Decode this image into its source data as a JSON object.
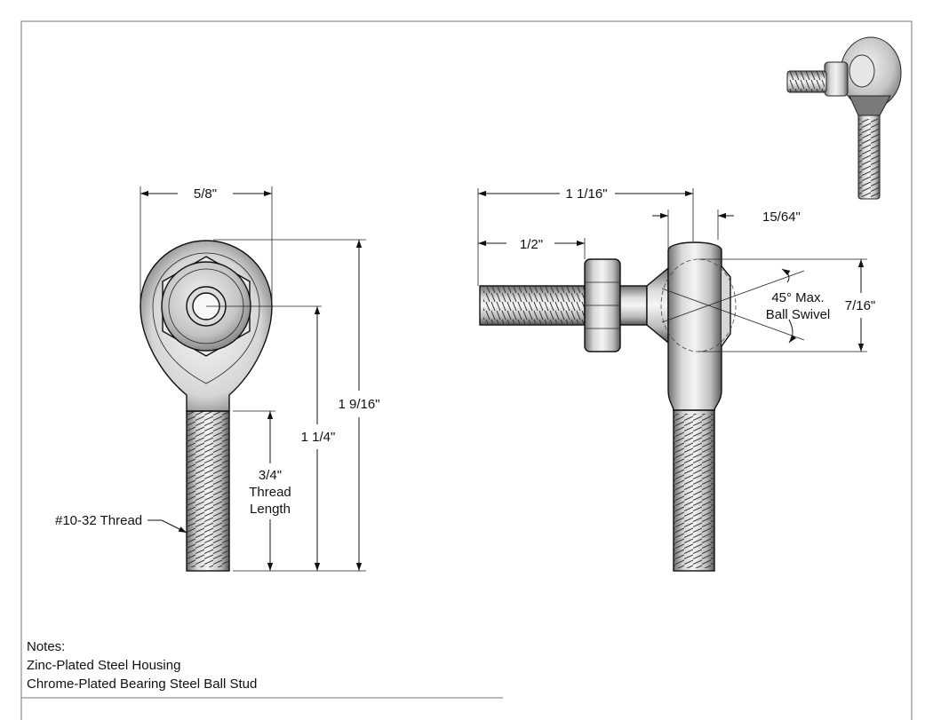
{
  "front_view": {
    "width_dim": "5/8\"",
    "overall_length_dim": "1 9/16\"",
    "center_length_dim": "1 1/4\"",
    "thread_length_dim": [
      "3/4\"",
      "Thread",
      "Length"
    ],
    "thread_callout": "#10-32 Thread"
  },
  "side_view": {
    "overall_width_dim": "1 1/16\"",
    "stud_length_dim": "1/2\"",
    "head_thickness_dim": "15/64\"",
    "ball_height_dim": "7/16\"",
    "swivel_note": [
      "45° Max.",
      "Ball Swivel"
    ]
  },
  "notes": {
    "title": "Notes:",
    "items": [
      "Zinc-Plated Steel Housing",
      "Chrome-Plated Bearing Steel Ball Stud"
    ]
  }
}
